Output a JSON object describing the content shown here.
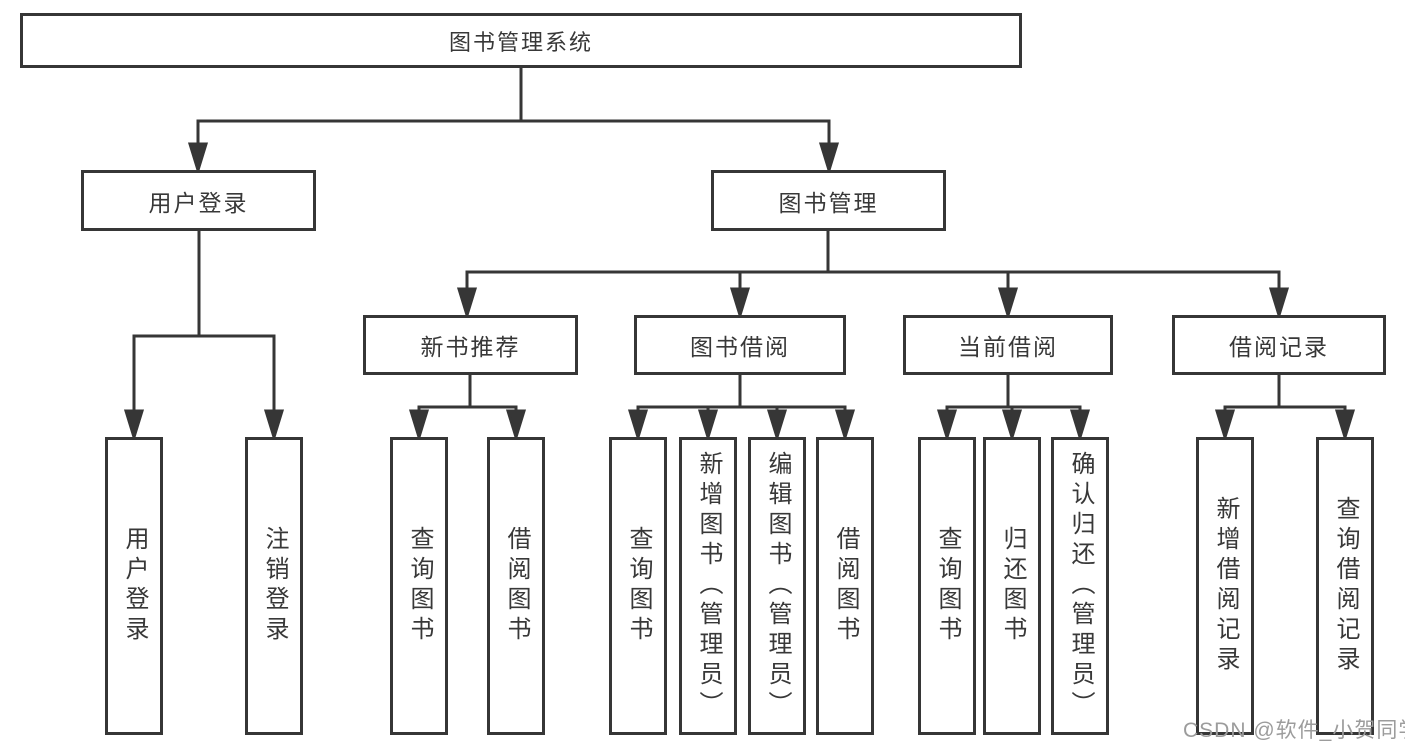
{
  "diagram": {
    "root": {
      "label": "图书管理系统"
    },
    "branches": [
      {
        "label": "用户登录",
        "children": [
          "用户登录",
          "注销登录"
        ]
      },
      {
        "label": "图书管理",
        "groups": [
          {
            "label": "新书推荐",
            "children": [
              "查询图书",
              "借阅图书"
            ]
          },
          {
            "label": "图书借阅",
            "children": [
              "查询图书",
              "新增图书（管理员）",
              "编辑图书（管理员）",
              "借阅图书"
            ]
          },
          {
            "label": "当前借阅",
            "children": [
              "查询图书",
              "归还图书",
              "确认归还（管理员）"
            ]
          },
          {
            "label": "借阅记录",
            "children": [
              "新增借阅记录",
              "查询借阅记录"
            ]
          }
        ]
      }
    ]
  },
  "watermark": "CSDN @软件_小贺同学",
  "colors": {
    "line": "#363636",
    "box_border": "#363636",
    "text": "#383838",
    "watermark": "#9c9c9c"
  }
}
